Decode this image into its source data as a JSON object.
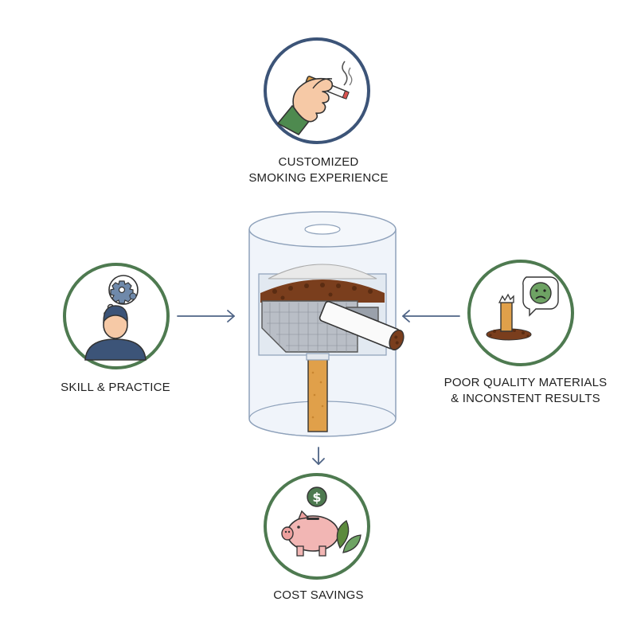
{
  "nodes": {
    "top": {
      "label_line1": "CUSTOMIZED",
      "label_line2": "SMOKING EXPERIENCE",
      "icon": "hand-holding-cigarette-icon"
    },
    "left": {
      "label_line1": "SKILL & PRACTICE",
      "icon": "person-thinking-gear-icon"
    },
    "right": {
      "label_line1": "POOR QUALITY MATERIALS",
      "label_line2": "& INCONSTENT RESULTS",
      "icon": "crushed-cigarette-sad-face-icon"
    },
    "bottom": {
      "label_line1": "COST SAVINGS",
      "icon": "piggy-bank-dollar-icon"
    }
  },
  "center": {
    "icon": "cigarette-rolling-machine-icon"
  },
  "colors": {
    "navy_ring": "#3c5478",
    "green_ring": "#4e7a50",
    "arrow": "#4f6486",
    "filter": "#e0a04a",
    "tobacco": "#7a3e1d",
    "piggy": "#f2b6b4",
    "leaf": "#5c8a3d"
  }
}
